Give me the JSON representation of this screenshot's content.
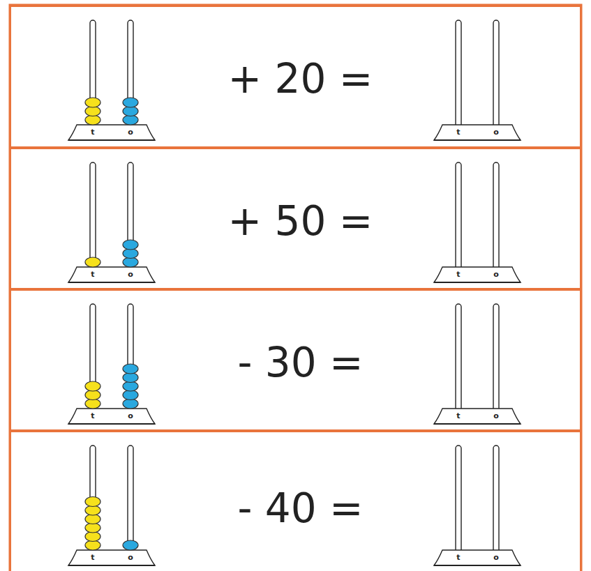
{
  "diagram": {
    "nodes": [
      {
        "text": [
          "+ 20 ="
        ]
      },
      {
        "text": [
          "+ 50 ="
        ]
      },
      {
        "text": [
          "- 30 ="
        ]
      },
      {
        "text": [
          "- 40 ="
        ]
      }
    ],
    "labels": [
      "t",
      "o",
      "t",
      "o",
      "t",
      "o",
      "t",
      "o",
      "t",
      "o",
      "t",
      "o",
      "t",
      "o",
      "t",
      "o"
    ]
  }
}
